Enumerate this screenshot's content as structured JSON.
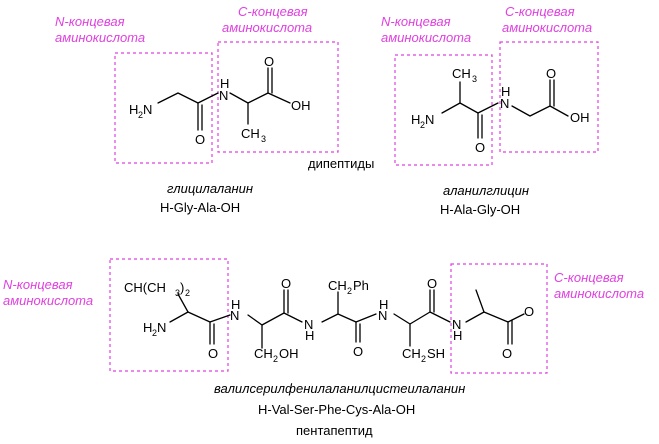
{
  "labels": {
    "n_terminal_line1": "N-концевая",
    "n_terminal_line2": "аминокислота",
    "c_terminal_line1": "C-концевая",
    "c_terminal_line2": "аминокислота"
  },
  "atoms": {
    "h": "H",
    "two": "2",
    "n": "N",
    "o": "O",
    "oh": "OH",
    "ch": "CH",
    "three": "3",
    "h_nh": "H",
    "ch_ch3_2": "CH(CH",
    "paren_2": ")",
    "ch2": "CH",
    "ph": "Ph",
    "oh_side": "OH",
    "sh": "SH"
  },
  "dipeptides": {
    "caption": "дипептиды",
    "first_name": "глицилаланин",
    "first_code": "H-Gly-Ala-OH",
    "second_name": "аланилглицин",
    "second_code": "H-Ala-Gly-OH"
  },
  "pentapeptide": {
    "name": "валилсерилфенилаланилцистеилаланин",
    "code": "H-Val-Ser-Phe-Cys-Ala-OH",
    "caption": "пентапептид"
  },
  "colors": {
    "accent": "#e040e0",
    "ink": "#000000",
    "background": "#ffffff"
  }
}
